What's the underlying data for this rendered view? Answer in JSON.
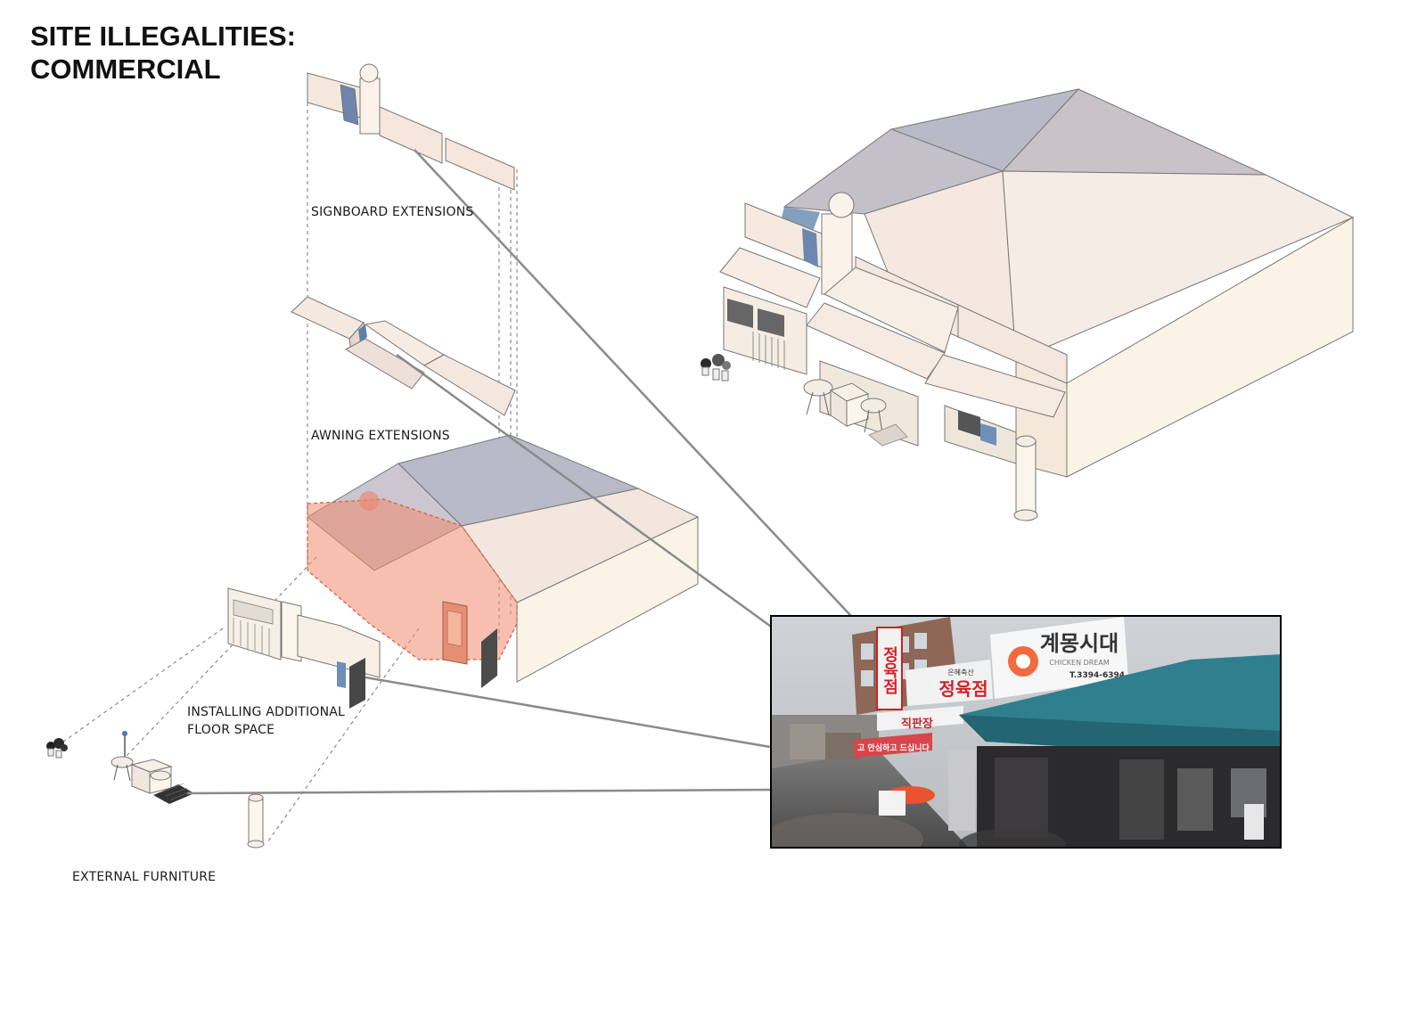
{
  "title": {
    "line1": "SITE ILLEGALITIES:",
    "line2": "COMMERCIAL"
  },
  "labels": {
    "signboard": "SIGNBOARD EXTENSIONS",
    "awning": "AWNING EXTENSIONS",
    "floor_line1": "INSTALLING ADDITIONAL",
    "floor_line2": "FLOOR SPACE",
    "furniture": "EXTERNAL FURNITURE"
  },
  "photo": {
    "sign_main": "계몽시대",
    "sign_sub": "CHICKEN DREAM",
    "sign_phone": "T.3394-6394",
    "butcher_1": "정육점",
    "butcher_2": "정육점",
    "butcher_small": "은혜축산",
    "red_banner": "직판장",
    "white_banner": "고 안심하고 드십니다"
  },
  "colors": {
    "roof_light": "#f6ece6",
    "roof_mid": "#e9dcd6",
    "roof_blue": "#b4b6c6",
    "wall": "#fbf3e8",
    "highlight_red": "#f08a70",
    "awning_teal": "#2f7f8f",
    "connector": "#8a8a8a"
  }
}
